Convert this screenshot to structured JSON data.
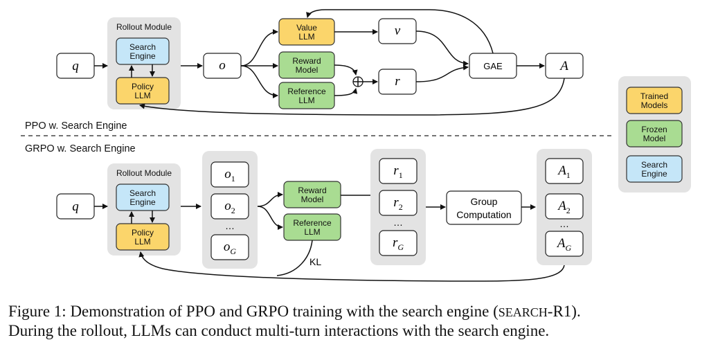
{
  "ppo": {
    "section_label": "PPO w. Search Engine",
    "rollout_title": "Rollout Module",
    "search_engine": "Search\nEngine",
    "policy_llm": "Policy\nLLM",
    "q": "q",
    "o": "o",
    "value_llm": "Value\nLLM",
    "reward_model": "Reward\nModel",
    "reference_llm": "Reference\nLLM",
    "oplus": "⊕",
    "v": "v",
    "r": "r",
    "gae": "GAE",
    "A": "A"
  },
  "grpo": {
    "section_label": "GRPO w. Search Engine",
    "rollout_title": "Rollout Module",
    "search_engine": "Search\nEngine",
    "policy_llm": "Policy\nLLM",
    "q": "q",
    "outputs": [
      "o",
      "o",
      "o"
    ],
    "output_subs": [
      "1",
      "2",
      "G"
    ],
    "reward_model": "Reward\nModel",
    "reference_llm": "Reference\nLLM",
    "kl": "KL",
    "rewards": [
      "r",
      "r",
      "r"
    ],
    "reward_subs": [
      "1",
      "2",
      "G"
    ],
    "group_computation": "Group\nComputation",
    "advantages": [
      "A",
      "A",
      "A"
    ],
    "adv_subs": [
      "1",
      "2",
      "G"
    ],
    "ellipsis": "…"
  },
  "legend": {
    "items": [
      {
        "label": "Trained\nModels",
        "color": "#fbd56b"
      },
      {
        "label": "Frozen\nModel",
        "color": "#a9dc92"
      },
      {
        "label": "Search\nEngine",
        "color": "#c5e6f8"
      }
    ]
  },
  "caption": {
    "line1_a": "Figure 1: Demonstration of PPO and GRPO training with the search engine (",
    "line1_sc": "SEARCH",
    "line1_b": "-R1).",
    "line2": "During the rollout, LLMs can conduct multi-turn interactions with the search engine."
  },
  "colors": {
    "trained": "#fbd56b",
    "frozen": "#a9dc92",
    "search": "#c5e6f8",
    "panel": "#e3e3e3"
  }
}
